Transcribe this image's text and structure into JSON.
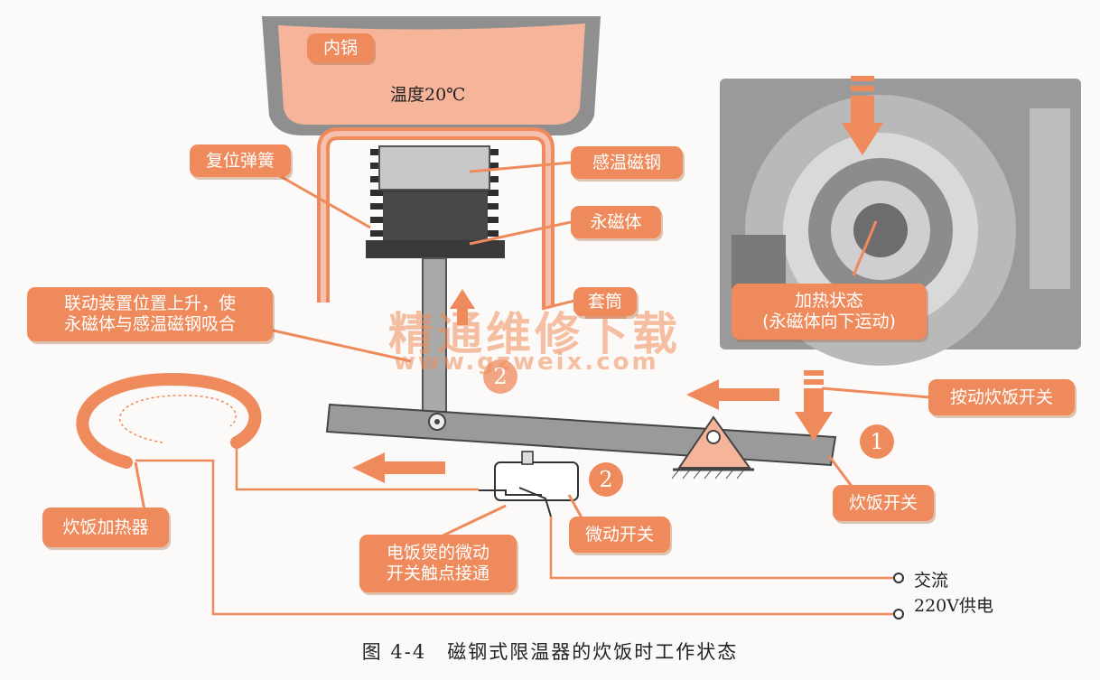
{
  "labels": {
    "inner_pot": "内锅",
    "temperature": "温度20℃",
    "reset_spring": "复位弹簧",
    "temp_magnet": "感温磁钢",
    "perm_magnet": "永磁体",
    "linkage": "联动装置位置上升，使\n永磁体与感温磁钢吸合",
    "sleeve": "套筒",
    "heating_state": "加热状态\n(永磁体向下运动)",
    "press_switch": "按动炊饭开关",
    "cook_switch": "炊饭开关",
    "micro_switch": "微动开关",
    "contact": "电饭煲的微动\n开关触点接通",
    "heater": "炊饭加热器",
    "ac": "交流",
    "power": "220V供电"
  },
  "steps": {
    "one": "1",
    "two": "2",
    "two_b": "2"
  },
  "watermark": {
    "cn": "精通维修下载",
    "url": "www.gzweix.com"
  },
  "caption": "图 4-4　磁钢式限温器的炊饭时工作状态",
  "colors": {
    "accent": "#ef8a5c",
    "metal": "#8f8f8f",
    "dark": "#3e3e3e",
    "pot": "#f6b49a"
  }
}
